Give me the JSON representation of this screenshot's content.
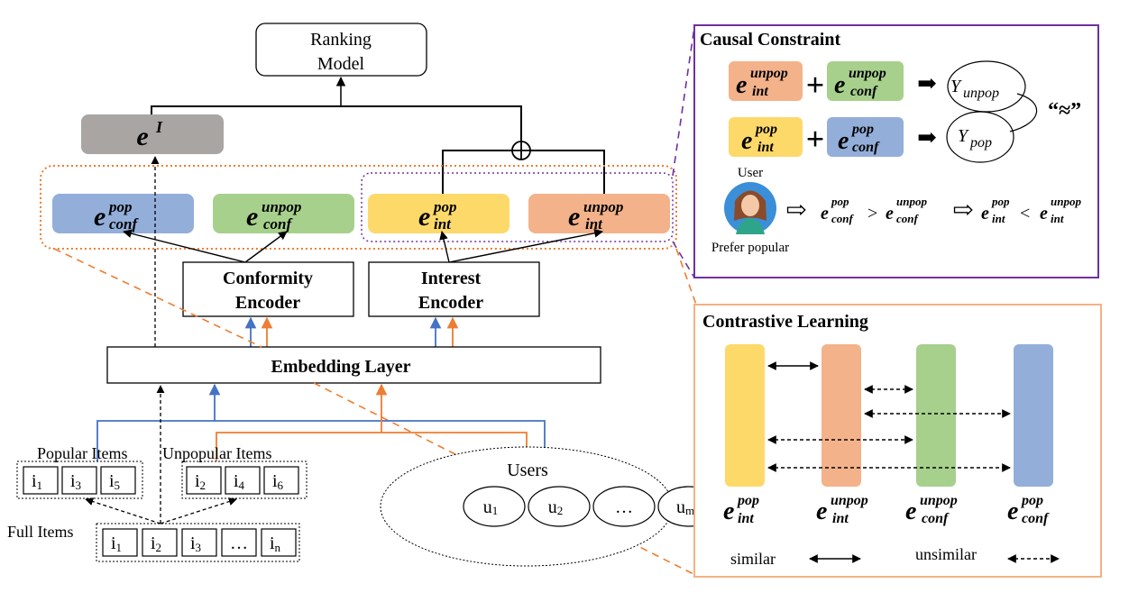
{
  "ranking_model": {
    "line1": "Ranking",
    "line2": "Model"
  },
  "e_I": {
    "base": "e",
    "sup": "I"
  },
  "embeddings": {
    "conf_pop": {
      "base": "e",
      "sup": "pop",
      "sub": "conf"
    },
    "conf_unpop": {
      "base": "e",
      "sup": "unpop",
      "sub": "conf"
    },
    "int_pop": {
      "base": "e",
      "sup": "pop",
      "sub": "int"
    },
    "int_unpop": {
      "base": "e",
      "sup": "unpop",
      "sub": "int"
    }
  },
  "conformity_encoder": {
    "line1": "Conformity",
    "line2": "Encoder"
  },
  "interest_encoder": {
    "line1": "Interest",
    "line2": "Encoder"
  },
  "embedding_layer": "Embedding Layer",
  "popular_items": {
    "label": "Popular Items",
    "items": [
      [
        "i",
        "1"
      ],
      [
        "i",
        "3"
      ],
      [
        "i",
        "5"
      ]
    ]
  },
  "unpopular_items": {
    "label": "Unpopular Items",
    "items": [
      [
        "i",
        "2"
      ],
      [
        "i",
        "4"
      ],
      [
        "i",
        "6"
      ]
    ]
  },
  "full_items": {
    "label": "Full Items",
    "items": [
      [
        "i",
        "1"
      ],
      [
        "i",
        "2"
      ],
      [
        "i",
        "3"
      ],
      [
        "…",
        ""
      ],
      [
        "i",
        "n"
      ]
    ]
  },
  "users": {
    "label": "Users",
    "items": [
      [
        "u",
        "1"
      ],
      [
        "u",
        "2"
      ],
      [
        "…",
        ""
      ],
      [
        "u",
        "m"
      ]
    ]
  },
  "causal": {
    "title": "Causal Constraint",
    "plus": "+",
    "arrow": "➡",
    "y_unpop": {
      "base": "Y",
      "sub": "unpop"
    },
    "y_pop": {
      "base": "Y",
      "sub": "pop"
    },
    "approx": "“≈”",
    "user_label": "User",
    "prefer_label": "Prefer popular",
    "hollow_arrow": "⇨",
    "gt": ">",
    "lt": "<"
  },
  "contrastive": {
    "title": "Contrastive Learning",
    "similar": "similar",
    "unsimilar": "unsimilar"
  },
  "colors": {
    "conf_pop": "#93aed9",
    "conf_unpop": "#a7d08c",
    "int_pop": "#fdd96a",
    "int_unpop": "#f3b28a",
    "e_I": "#a8a5a3",
    "orange_line": "#ed7d31",
    "blue_line": "#4472c4",
    "purple": "#7030a0",
    "contrast_border": "#f4b183"
  }
}
